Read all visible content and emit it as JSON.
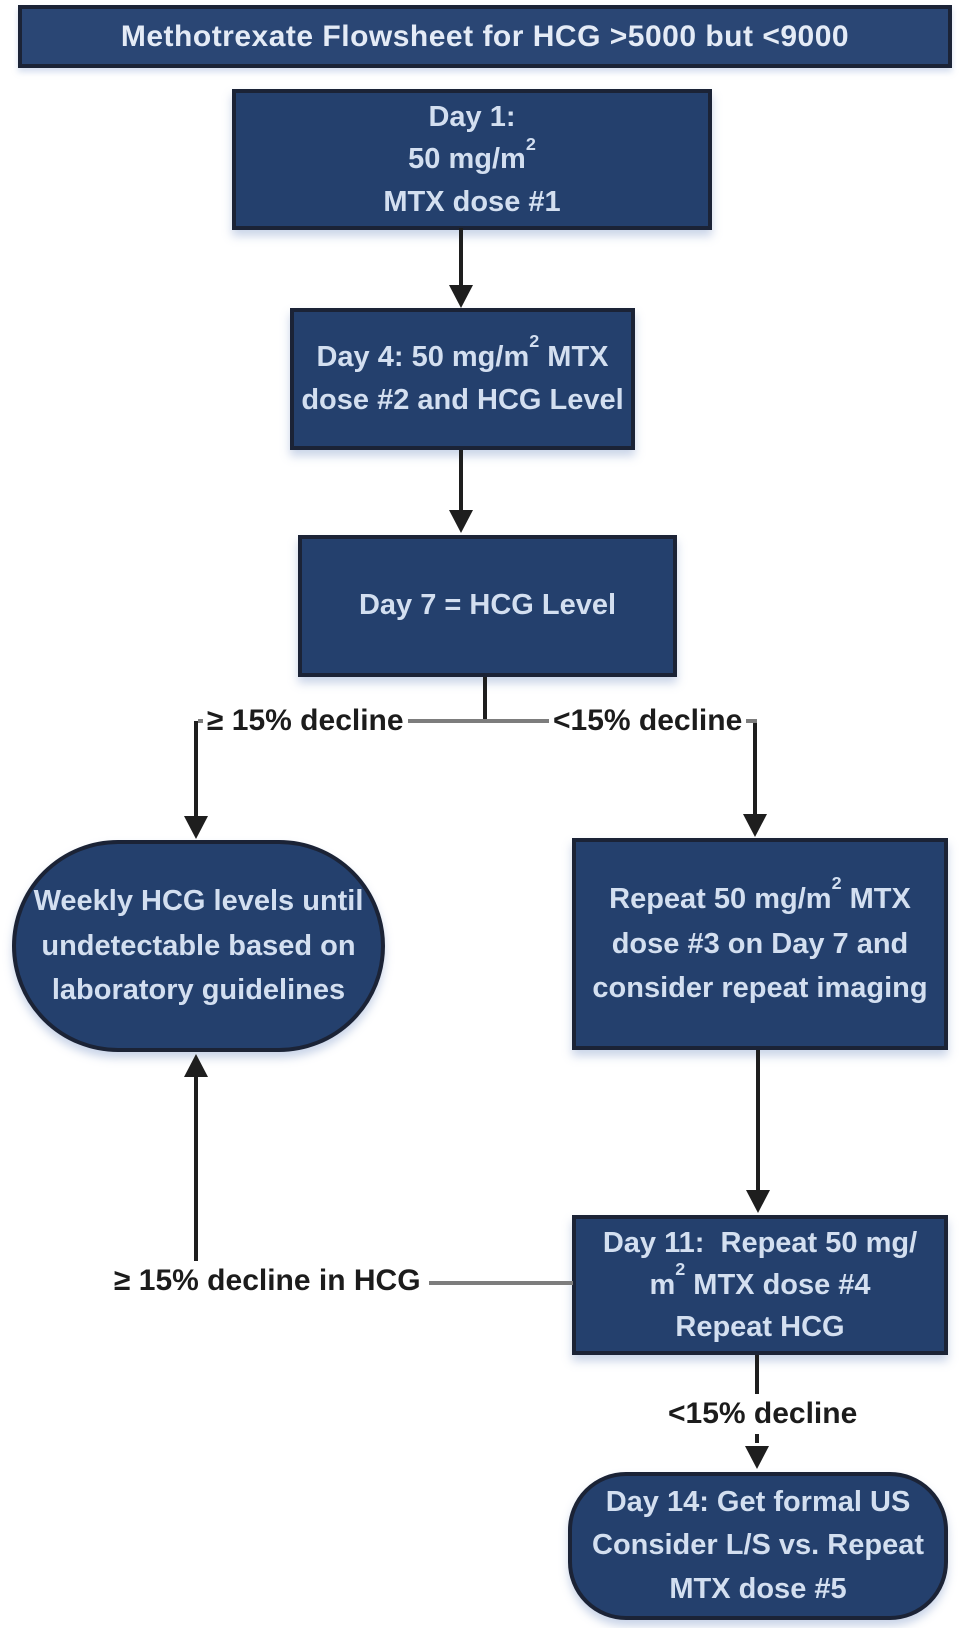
{
  "title": "Methotrexate Flowsheet for HCG >5000 but <9000",
  "colors": {
    "node_fill": "#24406d",
    "title_fill": "#2a4674",
    "node_border": "#1b2336",
    "node_text": "#d3dff0",
    "label_color": "#1c1c1c",
    "line_dark": "#1e1e1e",
    "line_gray": "#7d7d7d",
    "page_bg": "#ffffff"
  },
  "nodes": {
    "day1": {
      "shape": "rect",
      "lines": [
        "Day 1:",
        "50 mg/m^2",
        "MTX dose #1"
      ]
    },
    "day4": {
      "shape": "rect",
      "lines": [
        "Day 4: 50 mg/m^2 MTX",
        "dose #2 and HCG Level"
      ]
    },
    "day7": {
      "shape": "rect",
      "lines": [
        "Day 7 = HCG Level"
      ]
    },
    "weekly": {
      "shape": "stadium",
      "lines": [
        "Weekly HCG levels until",
        "undetectable based on",
        "laboratory guidelines"
      ]
    },
    "dose3": {
      "shape": "rect",
      "lines": [
        "Repeat 50 mg/m^2 MTX",
        "dose #3 on Day 7 and",
        "consider repeat imaging"
      ]
    },
    "day11": {
      "shape": "rect",
      "lines": [
        "Day 11:  Repeat 50 mg/",
        "m^2 MTX dose #4",
        "Repeat HCG"
      ]
    },
    "day14": {
      "shape": "rounded",
      "lines": [
        "Day 14: Get formal US",
        "Consider L/S vs. Repeat",
        "MTX dose #5"
      ]
    }
  },
  "edge_labels": {
    "branch_left": "≥ 15% decline",
    "branch_right": "<15% decline",
    "day11_left": "≥ 15% decline in HCG",
    "day11_down": "<15% decline"
  }
}
